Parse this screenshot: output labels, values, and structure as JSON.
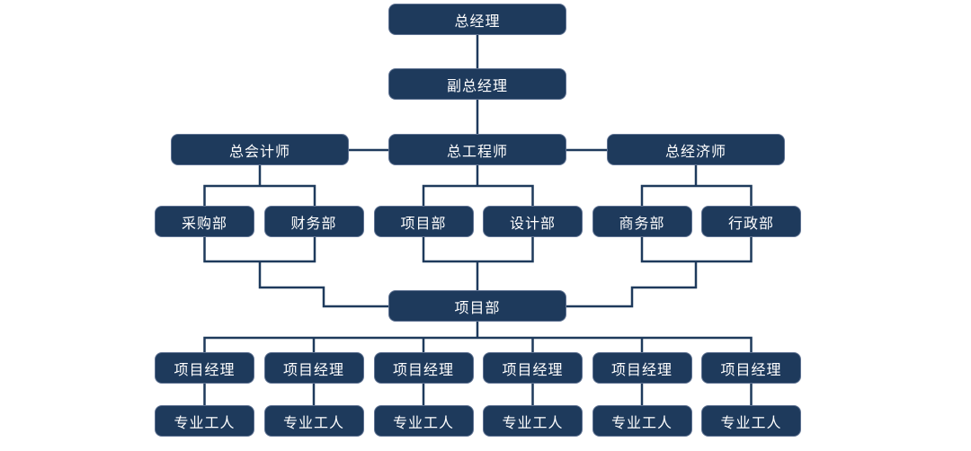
{
  "colors": {
    "background": "#ffffff",
    "node_fill": "#1e3a5c",
    "node_border": "#5f7292",
    "node_text": "#ffffff",
    "connector_line": "#1e3a5c"
  },
  "org_chart": {
    "type": "org-tree",
    "nodes": {
      "level1": {
        "id": "general-manager",
        "label": "总经理"
      },
      "level2": {
        "id": "deputy-general-manager",
        "label": "副总经理"
      },
      "level3": [
        {
          "id": "chief-accountant",
          "label": "总会计师"
        },
        {
          "id": "chief-engineer",
          "label": "总工程师"
        },
        {
          "id": "chief-economist",
          "label": "总经济师"
        }
      ],
      "level4": [
        {
          "id": "procurement-dept",
          "label": "采购部",
          "parent": "总会计师"
        },
        {
          "id": "finance-dept",
          "label": "财务部",
          "parent": "总会计师"
        },
        {
          "id": "project-dept",
          "label": "项目部",
          "parent": "总工程师"
        },
        {
          "id": "design-dept",
          "label": "设计部",
          "parent": "总工程师"
        },
        {
          "id": "commerce-dept",
          "label": "商务部",
          "parent": "总经济师"
        },
        {
          "id": "admin-dept",
          "label": "行政部",
          "parent": "总经济师"
        }
      ],
      "level5": {
        "id": "project-department",
        "label": "项目部"
      },
      "level6": [
        {
          "id": "project-manager-1",
          "label": "项目经理"
        },
        {
          "id": "project-manager-2",
          "label": "项目经理"
        },
        {
          "id": "project-manager-3",
          "label": "项目经理"
        },
        {
          "id": "project-manager-4",
          "label": "项目经理"
        },
        {
          "id": "project-manager-5",
          "label": "项目经理"
        },
        {
          "id": "project-manager-6",
          "label": "项目经理"
        }
      ],
      "level7": [
        {
          "id": "professional-worker-1",
          "label": "专业工人"
        },
        {
          "id": "professional-worker-2",
          "label": "专业工人"
        },
        {
          "id": "professional-worker-3",
          "label": "专业工人"
        },
        {
          "id": "professional-worker-4",
          "label": "专业工人"
        },
        {
          "id": "professional-worker-5",
          "label": "专业工人"
        },
        {
          "id": "professional-worker-6",
          "label": "专业工人"
        }
      ]
    },
    "edges": [
      {
        "from": "总经理",
        "to": "副总经理"
      },
      {
        "from": "副总经理",
        "to": "总工程师"
      },
      {
        "from": "总工程师",
        "to": "总会计师",
        "style": "lateral"
      },
      {
        "from": "总工程师",
        "to": "总经济师",
        "style": "lateral"
      },
      {
        "from": "总会计师",
        "to": "采购部"
      },
      {
        "from": "总会计师",
        "to": "财务部"
      },
      {
        "from": "总工程师",
        "to": "项目部"
      },
      {
        "from": "总工程师",
        "to": "设计部"
      },
      {
        "from": "总经济师",
        "to": "商务部"
      },
      {
        "from": "总经济师",
        "to": "行政部"
      },
      {
        "from": "采购部+财务部",
        "to": "项目部(总)"
      },
      {
        "from": "项目部+设计部",
        "to": "项目部(总)"
      },
      {
        "from": "商务部+行政部",
        "to": "项目部(总)"
      },
      {
        "from": "项目部(总)",
        "to": "项目经理 ×6"
      },
      {
        "from": "项目经理",
        "to": "专业工人"
      }
    ]
  }
}
